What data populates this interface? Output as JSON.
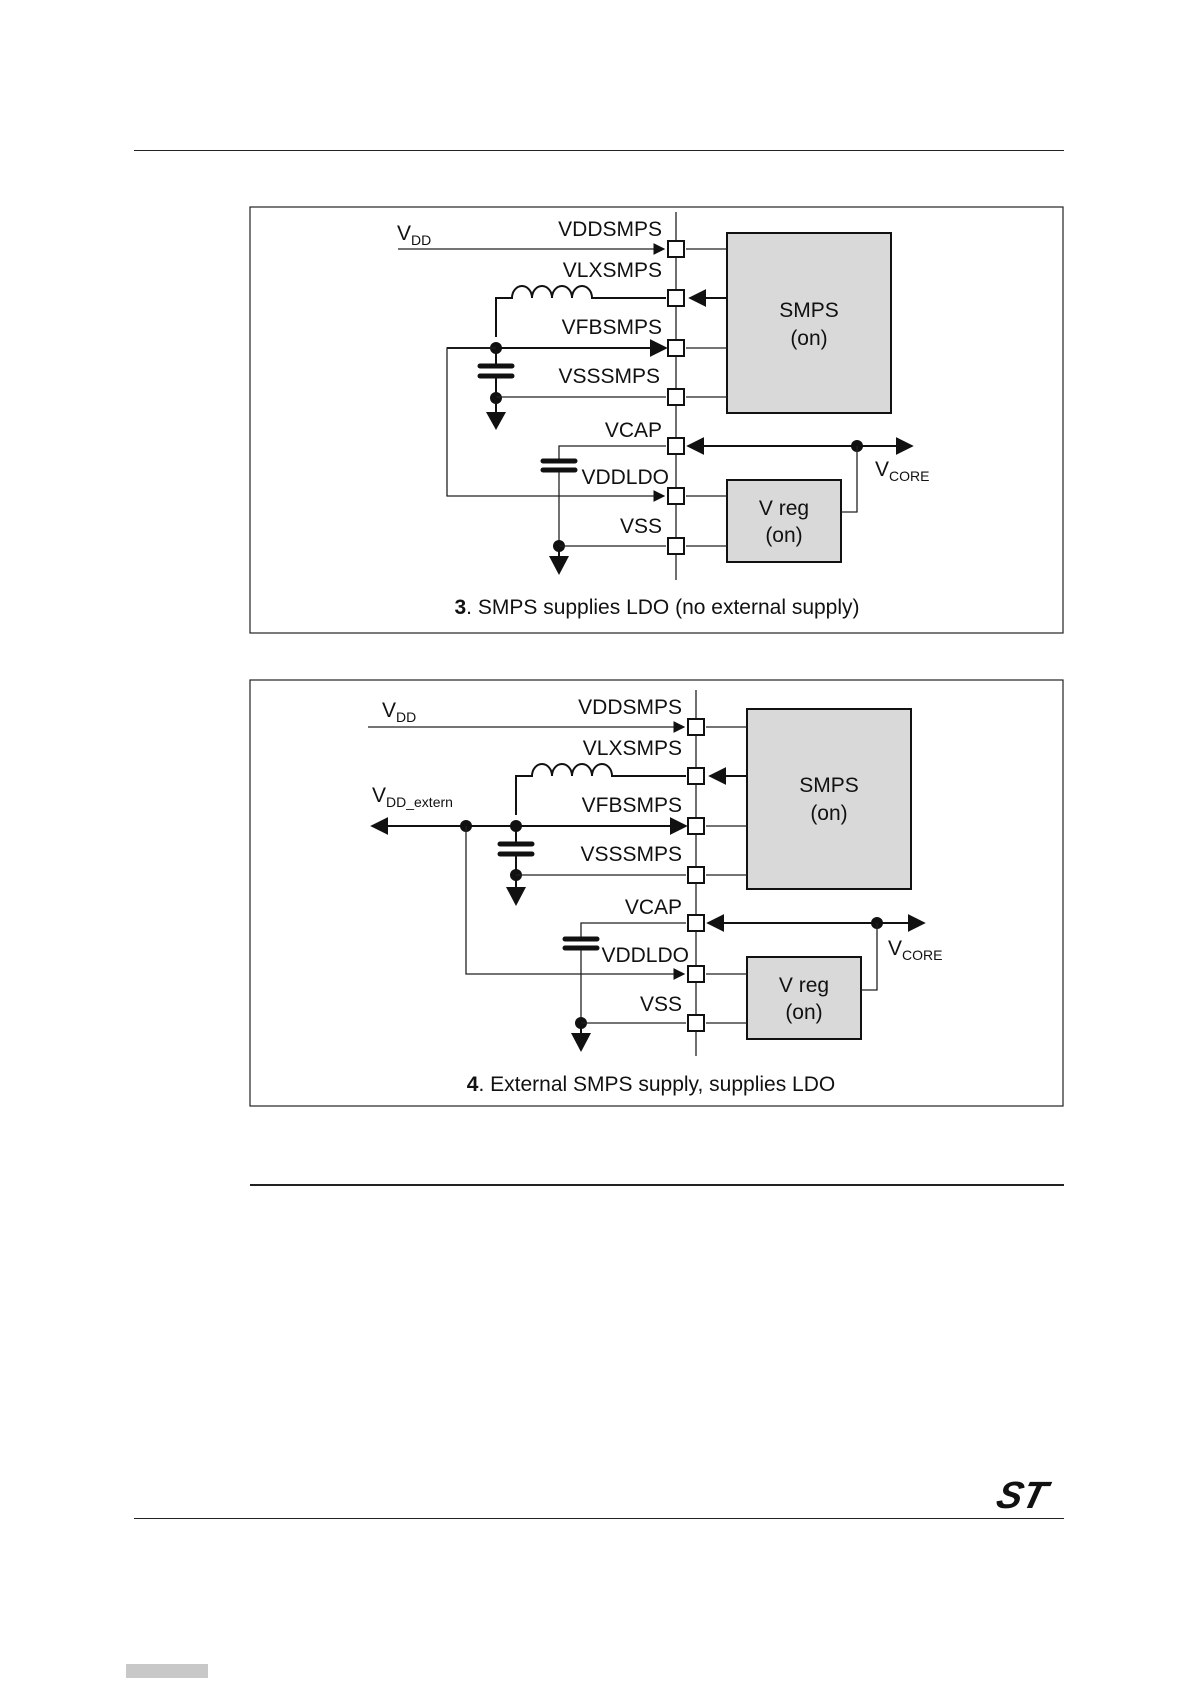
{
  "figure3": {
    "pin_labels": [
      "VDDSMPS",
      "VLXSMPS",
      "VFBSMPS",
      "VSSSMPS",
      "VCAP",
      "VDDLDO",
      "VSS"
    ],
    "vdd_label": "V",
    "vdd_sub": "DD",
    "vcore_label": "V",
    "vcore_sub": "CORE",
    "smps_line1": "SMPS",
    "smps_line2": "(on)",
    "vreg_line1": "V reg",
    "vreg_line2": "(on)",
    "caption_num": "3",
    "caption_text": ". SMPS supplies LDO (no external supply)"
  },
  "figure4": {
    "pin_labels": [
      "VDDSMPS",
      "VLXSMPS",
      "VFBSMPS",
      "VSSSMPS",
      "VCAP",
      "VDDLDO",
      "VSS"
    ],
    "vdd_label": "V",
    "vdd_sub": "DD",
    "vext_label": "V",
    "vext_sub": "DD_extern",
    "vcore_label": "V",
    "vcore_sub": "CORE",
    "smps_line1": "SMPS",
    "smps_line2": "(on)",
    "vreg_line1": "V reg",
    "vreg_line2": "(on)",
    "caption_num": "4",
    "caption_text": ". External SMPS supply, supplies LDO"
  },
  "logo": {
    "text": "ST",
    "color": "#03234b"
  }
}
